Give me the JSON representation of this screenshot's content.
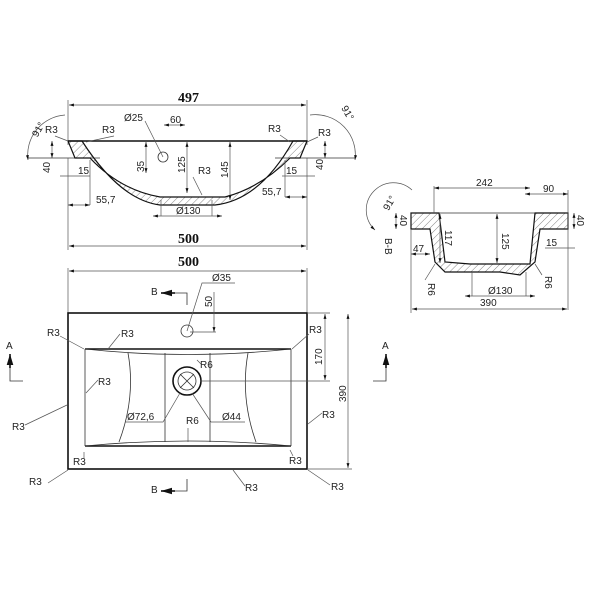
{
  "section_a": {
    "width_top": "497",
    "width_bottom": "500",
    "angle_left": "91°",
    "angle_right": "91°",
    "r3_a": "R3",
    "r3_b": "R3",
    "r3_c": "R3",
    "r3_d": "R3",
    "r3_e": "R3",
    "tap_hole": "Ø25",
    "tap_offset": "60",
    "tap_depth": "35",
    "depth_125": "125",
    "depth_145": "145",
    "rim_left": "40",
    "rim_right": "40",
    "lip_left": "15",
    "lip_right": "15",
    "edge_left": "55,7",
    "edge_right": "55,7",
    "drain": "Ø130"
  },
  "plan": {
    "width": "500",
    "depth": "390",
    "tap_hole": "Ø35",
    "tap_offset": "50",
    "drain_offset": "170",
    "drain_outer": "Ø72,6",
    "drain_inner": "Ø44",
    "r6_top": "R6",
    "r6_bottom": "R6",
    "radii": [
      "R3",
      "R3",
      "R3",
      "R3",
      "R3",
      "R3",
      "R3",
      "R3",
      "R3",
      "R3",
      "R3"
    ],
    "section_b": "B",
    "section_a": "A"
  },
  "section_b": {
    "label": "B-B",
    "angle": "91°",
    "inner_width": "242",
    "rim_width": "90",
    "rim_left": "40",
    "rim_right": "40",
    "depth_117": "117",
    "depth_125": "125",
    "lip_left": "47",
    "lip_right": "15",
    "r6_left": "R6",
    "r6_right": "R6",
    "drain": "Ø130",
    "overall": "390"
  }
}
